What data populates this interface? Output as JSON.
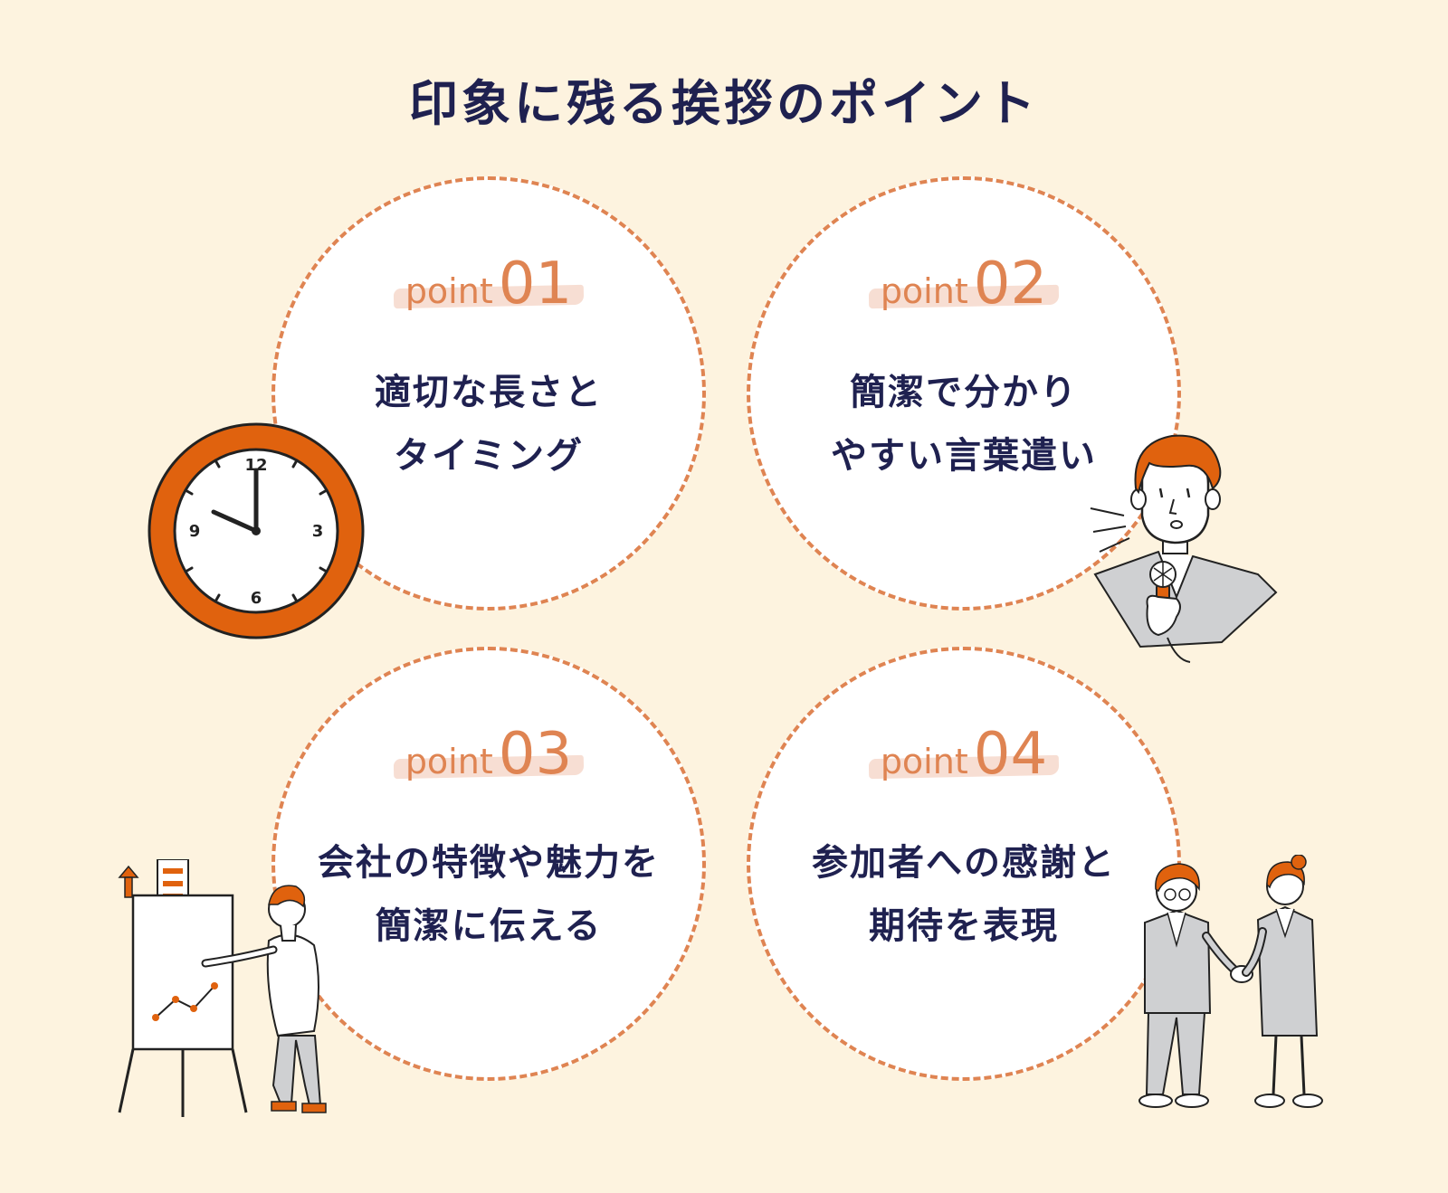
{
  "title": "印象に残る挨拶のポイント",
  "points": [
    {
      "word": "point",
      "number": "01",
      "lines": [
        "適切な長さと",
        "タイミング"
      ]
    },
    {
      "word": "point",
      "number": "02",
      "lines": [
        "簡潔で分かり",
        "やすい言葉遣い"
      ]
    },
    {
      "word": "point",
      "number": "03",
      "lines": [
        "会社の特徴や魅力を",
        "簡潔に伝える"
      ]
    },
    {
      "word": "point",
      "number": "04",
      "lines": [
        "参加者への感謝と",
        "期待を表現"
      ]
    }
  ],
  "clock": {
    "labels": [
      "12",
      "3",
      "6",
      "9"
    ]
  },
  "colors": {
    "background": "#fdf3df",
    "navy": "#1f2150",
    "accent_orange": "#df8452",
    "illustration_orange": "#e0620e",
    "suit_gray": "#cfd0d2"
  },
  "icons": [
    "clock-icon",
    "speaker-with-microphone-icon",
    "presenter-with-chart-icon",
    "handshake-icon"
  ]
}
